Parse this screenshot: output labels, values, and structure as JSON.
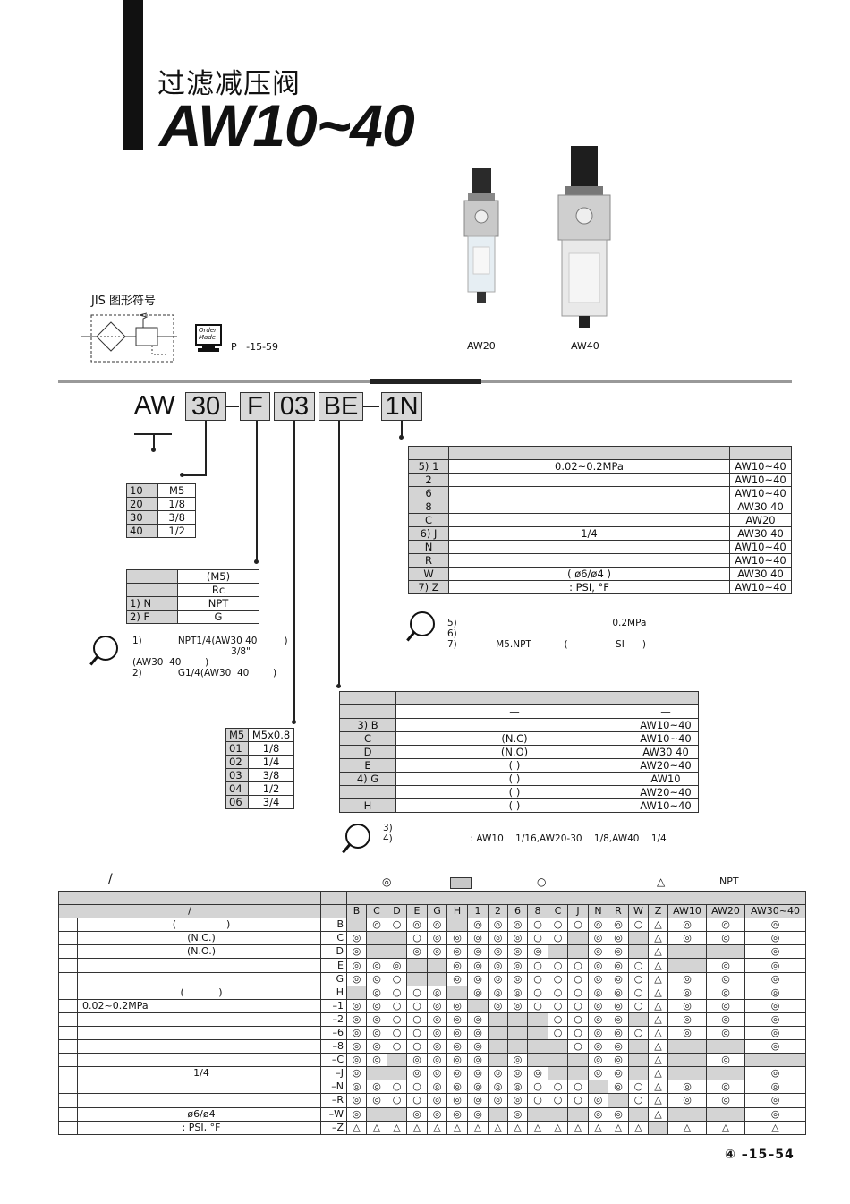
{
  "header": {
    "title_cn": "过滤减压阀",
    "title_en": "AW10~40"
  },
  "products": {
    "a": "AW20",
    "b": "AW40"
  },
  "jis": {
    "label": "JIS 图形符号",
    "order_made_line1": "Order",
    "order_made_line2": "Made",
    "page_ref": "P   -15-59"
  },
  "code": {
    "prefix": "AW",
    "parts": [
      "30",
      "F",
      "03",
      "BE",
      "1N"
    ]
  },
  "size_table": [
    [
      "10",
      "M5"
    ],
    [
      "20",
      "1/8"
    ],
    [
      "30",
      "3/8"
    ],
    [
      "40",
      "1/2"
    ]
  ],
  "thread_table": {
    "head": [
      "",
      ""
    ],
    "rows": [
      [
        "",
        "(M5)"
      ],
      [
        "",
        "Rc"
      ],
      [
        "1) N",
        "NPT"
      ],
      [
        "2) F",
        "G"
      ]
    ]
  },
  "thread_notes": [
    "1)            NPT1/4(AW30 40         )",
    "                                 3/8\"",
    "(AW30  40        )",
    "2)            G1/4(AW30  40        )"
  ],
  "port_table": [
    [
      "M5",
      "M5x0.8"
    ],
    [
      "01",
      "1/8"
    ],
    [
      "02",
      "1/4"
    ],
    [
      "03",
      "3/8"
    ],
    [
      "04",
      "1/2"
    ],
    [
      "06",
      "3/4"
    ]
  ],
  "option_table": {
    "rows": [
      [
        "5) 1",
        "0.02~0.2MPa",
        "AW10~40"
      ],
      [
        "2",
        "",
        "AW10~40"
      ],
      [
        "6",
        "",
        "AW10~40"
      ],
      [
        "8",
        "",
        "AW30  40"
      ],
      [
        "C",
        "",
        "AW20"
      ],
      [
        "6) J",
        "1/4",
        "AW30  40"
      ],
      [
        "N",
        "",
        "AW10~40"
      ],
      [
        "R",
        "",
        "AW10~40"
      ],
      [
        "W",
        "(    ø6/ø4        )",
        "AW30  40"
      ],
      [
        "7) Z",
        ": PSI, °F",
        "AW10~40"
      ]
    ]
  },
  "option_notes": [
    "5)                                                    0.2MPa",
    "6)",
    "7)             M5.NPT           (                SI      )"
  ],
  "drain_table": {
    "rows": [
      [
        "",
        "—",
        "—"
      ],
      [
        "3) B",
        "",
        "AW10~40"
      ],
      [
        "C",
        "(N.C)",
        "AW10~40"
      ],
      [
        "D",
        "(N.O)",
        "AW30  40"
      ],
      [
        "E",
        "(                  )",
        "AW20~40"
      ],
      [
        "4) G",
        "(                 )",
        "AW10"
      ],
      [
        "",
        "(                 )",
        "AW20~40"
      ],
      [
        "H",
        "(                )",
        "AW10~40"
      ]
    ]
  },
  "drain_notes": [
    "3)",
    "4)                          : AW10    1/16,AW20-30    1/8,AW40    1/4"
  ],
  "legend": {
    "slash": "/",
    "double": "◎",
    "single": "○",
    "triangle": "△",
    "npt": "NPT"
  },
  "matrix": {
    "slash_label": "/",
    "cols": [
      "B",
      "C",
      "D",
      "E",
      "G",
      "H",
      "1",
      "2",
      "6",
      "8",
      "C",
      "J",
      "N",
      "R",
      "W",
      "Z",
      "AW10",
      "AW20",
      "AW30~40"
    ],
    "rows": [
      {
        "label": "(                )",
        "sfx": "B",
        "cells": [
          "g",
          "◎",
          "○",
          "◎",
          "◎",
          "g",
          "◎",
          "◎",
          "◎",
          "○",
          "○",
          "○",
          "◎",
          "◎",
          "○",
          "△",
          "◎",
          "◎",
          "◎"
        ]
      },
      {
        "label": "(N.C.)",
        "sfx": "C",
        "cells": [
          "◎",
          "g",
          "g",
          "○",
          "◎",
          "◎",
          "◎",
          "◎",
          "◎",
          "○",
          "○",
          "g",
          "◎",
          "◎",
          "g",
          "△",
          "◎",
          "◎",
          "◎"
        ]
      },
      {
        "label": "(N.O.)",
        "sfx": "D",
        "cells": [
          "◎",
          "g",
          "g",
          "◎",
          "◎",
          "◎",
          "◎",
          "◎",
          "◎",
          "◎",
          "g",
          "g",
          "◎",
          "◎",
          "g",
          "△",
          "g",
          "g",
          "◎"
        ]
      },
      {
        "label": "",
        "sfx": "E",
        "cells": [
          "◎",
          "◎",
          "◎",
          "g",
          "g",
          "◎",
          "◎",
          "◎",
          "◎",
          "○",
          "○",
          "○",
          "◎",
          "◎",
          "○",
          "△",
          "g",
          "◎",
          "◎"
        ]
      },
      {
        "label": "",
        "sfx": "G",
        "cells": [
          "◎",
          "◎",
          "○",
          "g",
          "g",
          "◎",
          "◎",
          "◎",
          "◎",
          "○",
          "○",
          "○",
          "◎",
          "◎",
          "○",
          "△",
          "◎",
          "◎",
          "◎"
        ]
      },
      {
        "label": "(           )",
        "sfx": "H",
        "cells": [
          "g",
          "◎",
          "○",
          "○",
          "◎",
          "g",
          "◎",
          "◎",
          "◎",
          "○",
          "○",
          "○",
          "◎",
          "◎",
          "○",
          "△",
          "◎",
          "◎",
          "◎"
        ]
      },
      {
        "label": "0.02~0.2MPa",
        "sfx": "–1",
        "cells": [
          "◎",
          "◎",
          "○",
          "○",
          "◎",
          "◎",
          "g",
          "◎",
          "◎",
          "○",
          "○",
          "○",
          "◎",
          "◎",
          "○",
          "△",
          "◎",
          "◎",
          "◎"
        ]
      },
      {
        "label": "",
        "sfx": "–2",
        "cells": [
          "◎",
          "◎",
          "○",
          "○",
          "◎",
          "◎",
          "◎",
          "g",
          "g",
          "g",
          "○",
          "○",
          "◎",
          "◎",
          "g",
          "△",
          "◎",
          "◎",
          "◎"
        ]
      },
      {
        "label": "",
        "sfx": "–6",
        "cells": [
          "◎",
          "◎",
          "○",
          "○",
          "◎",
          "◎",
          "◎",
          "g",
          "g",
          "g",
          "○",
          "○",
          "◎",
          "◎",
          "○",
          "△",
          "◎",
          "◎",
          "◎"
        ]
      },
      {
        "label": "",
        "sfx": "–8",
        "cells": [
          "◎",
          "◎",
          "○",
          "○",
          "◎",
          "◎",
          "◎",
          "g",
          "g",
          "g",
          "g",
          "○",
          "◎",
          "◎",
          "g",
          "△",
          "g",
          "g",
          "◎"
        ]
      },
      {
        "label": "",
        "sfx": "–C",
        "cells": [
          "◎",
          "◎",
          "g",
          "◎",
          "◎",
          "◎",
          "◎",
          "g",
          "◎",
          "g",
          "g",
          "g",
          "◎",
          "◎",
          "g",
          "△",
          "g",
          "◎",
          "g"
        ]
      },
      {
        "label": "1/4",
        "sfx": "–J",
        "cells": [
          "◎",
          "g",
          "g",
          "◎",
          "◎",
          "◎",
          "◎",
          "◎",
          "◎",
          "◎",
          "g",
          "g",
          "◎",
          "◎",
          "g",
          "△",
          "g",
          "g",
          "◎"
        ]
      },
      {
        "label": "",
        "sfx": "–N",
        "cells": [
          "◎",
          "◎",
          "○",
          "○",
          "◎",
          "◎",
          "◎",
          "◎",
          "◎",
          "○",
          "○",
          "○",
          "g",
          "◎",
          "○",
          "△",
          "◎",
          "◎",
          "◎"
        ]
      },
      {
        "label": "",
        "sfx": "–R",
        "cells": [
          "◎",
          "◎",
          "○",
          "○",
          "◎",
          "◎",
          "◎",
          "◎",
          "◎",
          "○",
          "○",
          "○",
          "◎",
          "g",
          "○",
          "△",
          "◎",
          "◎",
          "◎"
        ]
      },
      {
        "label": "ø6/ø4",
        "sfx": "–W",
        "cells": [
          "◎",
          "g",
          "g",
          "◎",
          "◎",
          "◎",
          "◎",
          "g",
          "◎",
          "g",
          "g",
          "g",
          "◎",
          "◎",
          "g",
          "△",
          "g",
          "g",
          "◎"
        ]
      },
      {
        "label": ": PSI, °F",
        "sfx": "–Z",
        "cells": [
          "△",
          "△",
          "△",
          "△",
          "△",
          "△",
          "△",
          "△",
          "△",
          "△",
          "△",
          "△",
          "△",
          "△",
          "△",
          "g",
          "△",
          "△",
          "△"
        ]
      }
    ]
  },
  "footer": {
    "page": "④ –15–54"
  }
}
